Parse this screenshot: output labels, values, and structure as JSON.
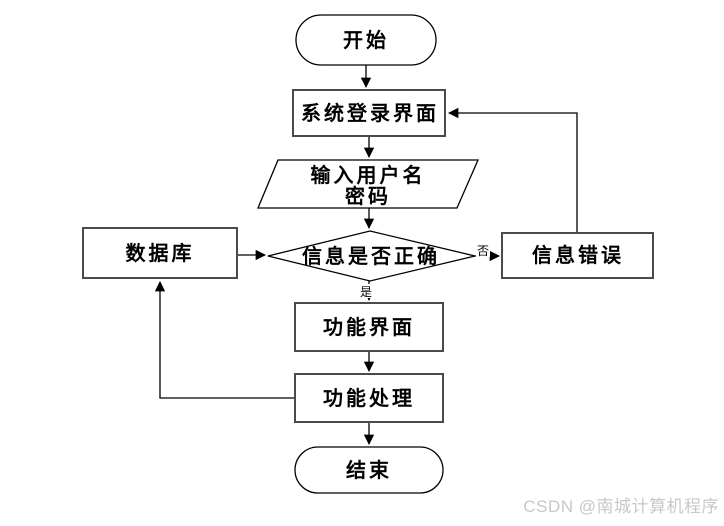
{
  "flowchart": {
    "nodes": {
      "start": {
        "label": "开始",
        "shape": "terminator"
      },
      "login": {
        "label": "系统登录界面",
        "shape": "process"
      },
      "input": {
        "label_line1": "输入用户名",
        "label_line2": "密码",
        "shape": "io-parallelogram"
      },
      "decision": {
        "label": "信息是否正确",
        "shape": "decision"
      },
      "database": {
        "label": "数据库",
        "shape": "process"
      },
      "error": {
        "label": "信息错误",
        "shape": "process"
      },
      "function_ui": {
        "label": "功能界面",
        "shape": "process"
      },
      "function_process": {
        "label": "功能处理",
        "shape": "process"
      },
      "end": {
        "label": "结束",
        "shape": "terminator"
      }
    },
    "edge_labels": {
      "yes": "是",
      "no": "否"
    },
    "edges": [
      {
        "from": "start",
        "to": "login"
      },
      {
        "from": "login",
        "to": "input"
      },
      {
        "from": "input",
        "to": "decision"
      },
      {
        "from": "decision",
        "to": "function_ui",
        "label": "是"
      },
      {
        "from": "decision",
        "to": "error",
        "label": "否"
      },
      {
        "from": "error",
        "to": "login"
      },
      {
        "from": "database",
        "to": "decision"
      },
      {
        "from": "function_ui",
        "to": "function_process"
      },
      {
        "from": "function_process",
        "to": "database"
      },
      {
        "from": "function_process",
        "to": "end"
      }
    ],
    "colors": {
      "line": "#000000",
      "process_border": "#4a4a4a",
      "text": "#000000",
      "background": "#ffffff",
      "watermark": "#c8c8c8"
    }
  },
  "watermark": {
    "text": "CSDN @南城计算机程序"
  }
}
